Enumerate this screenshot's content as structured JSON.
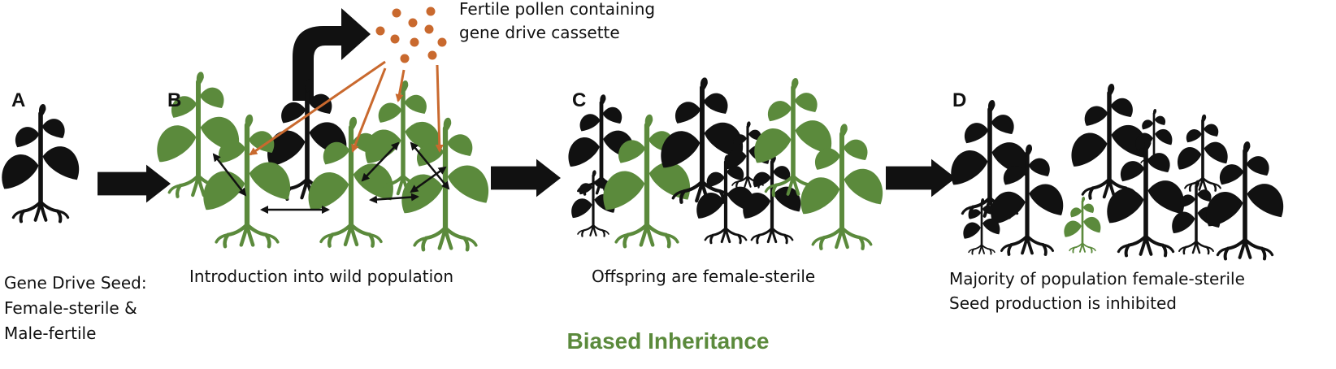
{
  "panels": [
    {
      "label": "A",
      "caption_lines": [
        "Gene Drive Seed:",
        "Female-sterile &",
        "Male-fertile"
      ]
    },
    {
      "label": "B",
      "caption_lines": [
        "Introduction into wild population"
      ]
    },
    {
      "label": "C",
      "caption_lines": [
        "Offspring are female-sterile"
      ]
    },
    {
      "label": "D",
      "caption_lines": [
        "Majority of population female-sterile",
        "Seed production is inhibited"
      ]
    }
  ],
  "pollen_label_lines": [
    "Fertile pollen containing",
    "gene drive cassette"
  ],
  "footer": "Biased Inheritance",
  "colors": {
    "engineered_plant": "#111111",
    "wild_plant": "#5b8a3c",
    "pollen": "#c9692e",
    "footer_text": "#5b8a3c",
    "arrow": "#111111"
  },
  "icons": {
    "plant": "plant-icon",
    "pollen": "pollen-dot-icon",
    "process_arrow": "process-arrow-icon"
  }
}
